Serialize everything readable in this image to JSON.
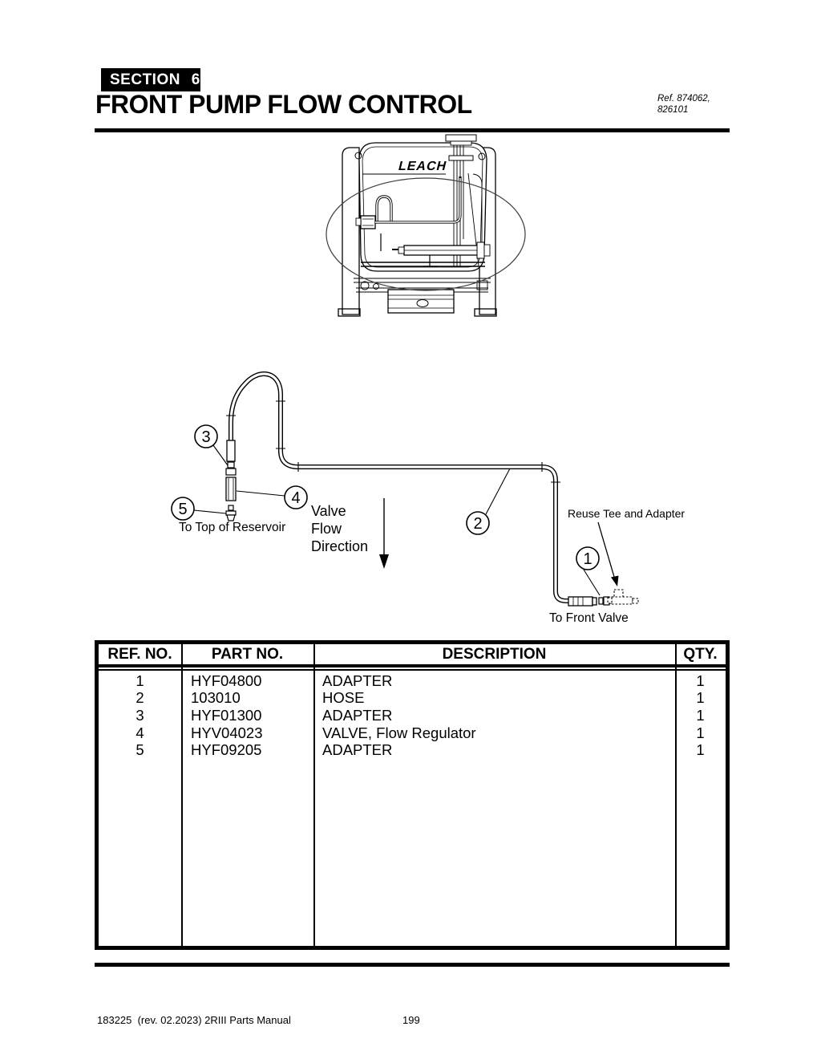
{
  "header": {
    "section_label": "SECTION 6",
    "title": "FRONT PUMP FLOW CONTROL",
    "ref_line1": "Ref. 874062,",
    "ref_line2": "826101"
  },
  "illustration": {
    "brand": "LEACH"
  },
  "diagram": {
    "callouts": [
      "1",
      "2",
      "3",
      "4",
      "5"
    ],
    "labels": {
      "to_top_of_reservoir": "To Top of Reservoir",
      "valve_flow_line1": "Valve",
      "valve_flow_line2": "Flow",
      "valve_flow_line3": "Direction",
      "reuse_tee": "Reuse Tee and Adapter",
      "to_front_valve": "To Front Valve"
    }
  },
  "parts_table": {
    "headers": {
      "ref": "REF. NO.",
      "part": "PART NO.",
      "description": "DESCRIPTION",
      "qty": "QTY."
    },
    "rows": [
      {
        "ref": "1",
        "part": "HYF04800",
        "description": "ADAPTER",
        "qty": "1"
      },
      {
        "ref": "2",
        "part": "103010",
        "description": "HOSE",
        "qty": "1"
      },
      {
        "ref": "3",
        "part": "HYF01300",
        "description": "ADAPTER",
        "qty": "1"
      },
      {
        "ref": "4",
        "part": "HYV04023",
        "description": "VALVE, Flow Regulator",
        "qty": "1"
      },
      {
        "ref": "5",
        "part": "HYF09205",
        "description": "ADAPTER",
        "qty": "1"
      }
    ]
  },
  "footer": {
    "left": "183225  (rev. 02.2023) 2RIII Parts Manual",
    "page": "199"
  },
  "colors": {
    "ink": "#000000",
    "paper": "#ffffff"
  }
}
